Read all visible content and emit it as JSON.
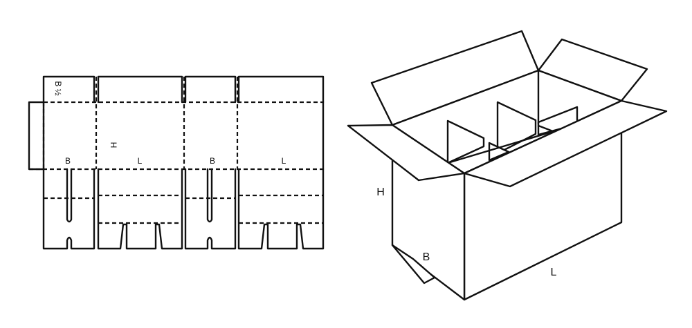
{
  "flat_layout": {
    "labels": {
      "flap_width": "B ½",
      "height": "H",
      "panel_1": "B",
      "panel_2": "L",
      "panel_3": "B",
      "panel_4": "L"
    }
  },
  "box_3d": {
    "labels": {
      "height": "H",
      "width": "B",
      "length": "L"
    }
  }
}
